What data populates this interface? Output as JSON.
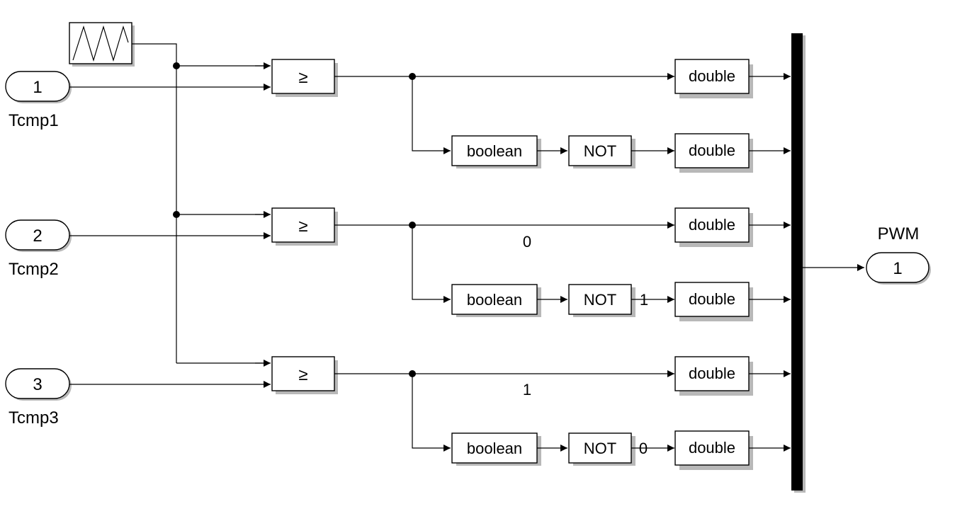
{
  "inports": [
    {
      "number": "1",
      "name": "Tcmp1"
    },
    {
      "number": "2",
      "name": "Tcmp2"
    },
    {
      "number": "3",
      "name": "Tcmp3"
    }
  ],
  "outport": {
    "number": "1",
    "name": "PWM"
  },
  "blocks": {
    "compare_symbol": "≥",
    "convert_double": "double",
    "convert_boolean": "boolean",
    "logic_not": "NOT"
  },
  "signal_labels": {
    "row2_upper": "0",
    "row2_lower": "1",
    "row3_upper": "1",
    "row3_lower": "0"
  },
  "icons": {
    "carrier": "triangle-wave-source-icon",
    "mux": "mux-bar"
  }
}
